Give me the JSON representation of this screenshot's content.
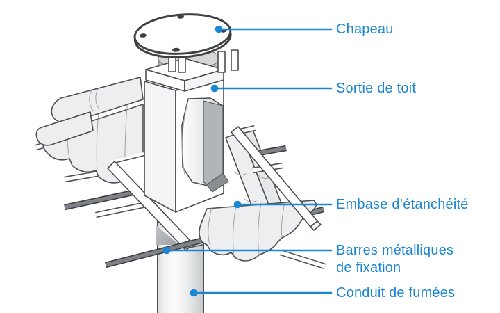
{
  "illustration": {
    "labels": [
      {
        "id": "chapeau",
        "lines": [
          "Chapeau"
        ]
      },
      {
        "id": "sortie-de-toit",
        "lines": [
          "Sortie de toit"
        ]
      },
      {
        "id": "embase",
        "lines": [
          "Embase d’étanchéité"
        ]
      },
      {
        "id": "barres",
        "lines": [
          "Barres métalliques",
          "de fixation"
        ]
      },
      {
        "id": "conduit",
        "lines": [
          "Conduit de fumées"
        ]
      }
    ],
    "colors": {
      "accent": "#1a86d4",
      "outline": "#4b4e52",
      "tile_fill": "#eceef0",
      "dark_bar": "#7e8286",
      "background": "#ffffff"
    }
  }
}
